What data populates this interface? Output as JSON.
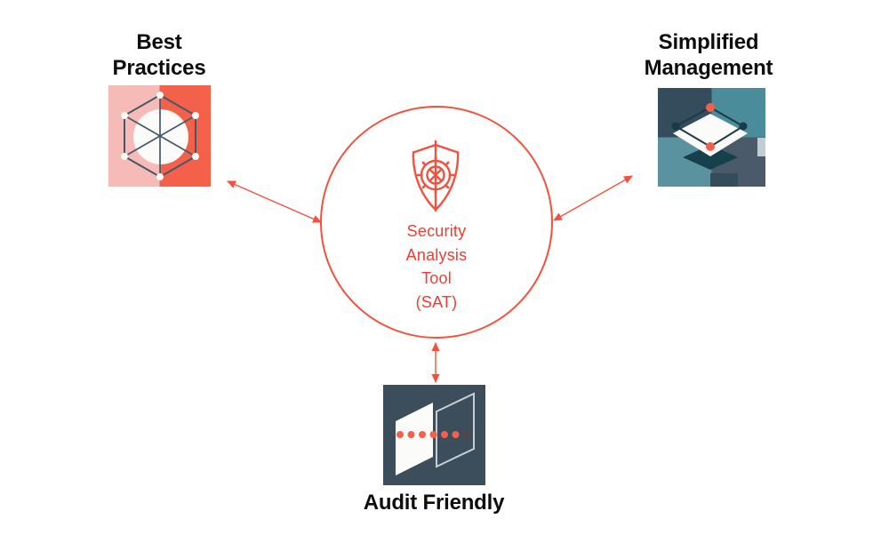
{
  "diagram": {
    "center": {
      "icon": "shield-gear-icon",
      "lines": [
        "Security",
        "Analysis",
        "Tool",
        "(SAT)"
      ]
    },
    "nodes": {
      "best_practices": {
        "icon": "cube-network-icon",
        "line1": "Best",
        "line2": "Practices"
      },
      "simplified_management": {
        "icon": "layered-diamond-icon",
        "line1": "Simplified",
        "line2": "Management"
      },
      "audit_friendly": {
        "icon": "audit-panels-icon",
        "label": "Audit Friendly"
      }
    }
  },
  "palette": {
    "accent_red": "#F4503E",
    "text_red": "#F43B2F",
    "heading_black": "#0D0D0D",
    "pink_light": "#F6BBB6",
    "orange_red": "#F3614B",
    "slate_line": "#43596A",
    "white": "#FBFBFA",
    "teal_dark": "#344C5B",
    "teal_mid": "#4A8C99",
    "teal_light": "#5A92A0",
    "slate_blue": "#4A5A68",
    "navy_dark": "#1C3A46",
    "navy_shadow": "#14414B",
    "light_patch": "#C2CDD1",
    "audit_bg": "#3C4E5B",
    "dot_orange": "#F4604A",
    "dot_faded": "#5C4347",
    "pane_outline": "#C7CFD4"
  }
}
